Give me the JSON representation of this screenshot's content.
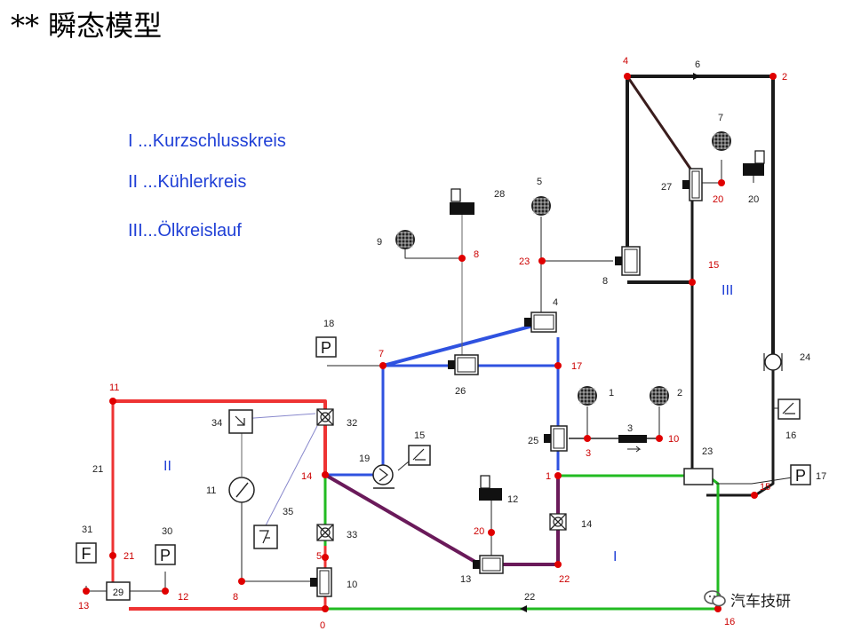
{
  "title": "** 瞬态模型",
  "legend": [
    {
      "key": "I",
      "text": "I ...Kurzschlusskreis"
    },
    {
      "key": "II",
      "text": "II ...Kühlerkreis"
    },
    {
      "key": "III",
      "text": "III...Ölkreislauf"
    }
  ],
  "circuits": [
    {
      "key": "I",
      "label": "I",
      "color": "#1f3fd6"
    },
    {
      "key": "II",
      "label": "II",
      "color": "#1f3fd6"
    },
    {
      "key": "III",
      "label": "III",
      "color": "#1f3fd6"
    }
  ],
  "colors": {
    "short_circuit": "#2f52e0",
    "radiator_red": "#ee3333",
    "green": "#22bb22",
    "purple": "#6a1a5a",
    "oil": "#1a1a1a",
    "node": "#e00000",
    "label_red": "#cc0000",
    "label_black": "#222222"
  },
  "node_labels": [
    "0",
    "1",
    "2",
    "3",
    "4",
    "5",
    "6",
    "7",
    "8",
    "9",
    "10",
    "11",
    "12",
    "13",
    "14",
    "15",
    "16",
    "17",
    "18",
    "20",
    "21",
    "22",
    "23"
  ],
  "element_labels": {
    "pump": "19",
    "radiator_branch": "21",
    "sensor_p18": "18",
    "sensor_p30": "30",
    "sensor_f31": "31",
    "sensor_p17": "17",
    "gauge_11": "11",
    "ctrl_34": "34",
    "ctrl_35": "35",
    "ctrl_15": "15",
    "ctrl_16": "16",
    "valve_32": "32",
    "valve_33": "33",
    "valve_14": "14",
    "block_28": "28",
    "block_12": "12",
    "block_20": "20",
    "gauge_1": "1",
    "gauge_2": "2",
    "gauge_5": "5",
    "gauge_7": "7",
    "gauge_9": "9",
    "comp_25": "25",
    "comp_26": "26",
    "comp_27": "27",
    "comp_29": "29",
    "comp_24": "24",
    "comp_13": "13",
    "comp_10": "10",
    "comp_8": "8",
    "comp_4": "4",
    "comp_23": "23",
    "pipe_3": "3",
    "pipe_6": "6",
    "pipe_22": "22"
  },
  "symbols": {
    "P": "P",
    "F": "F"
  },
  "watermark": "汽车技研"
}
